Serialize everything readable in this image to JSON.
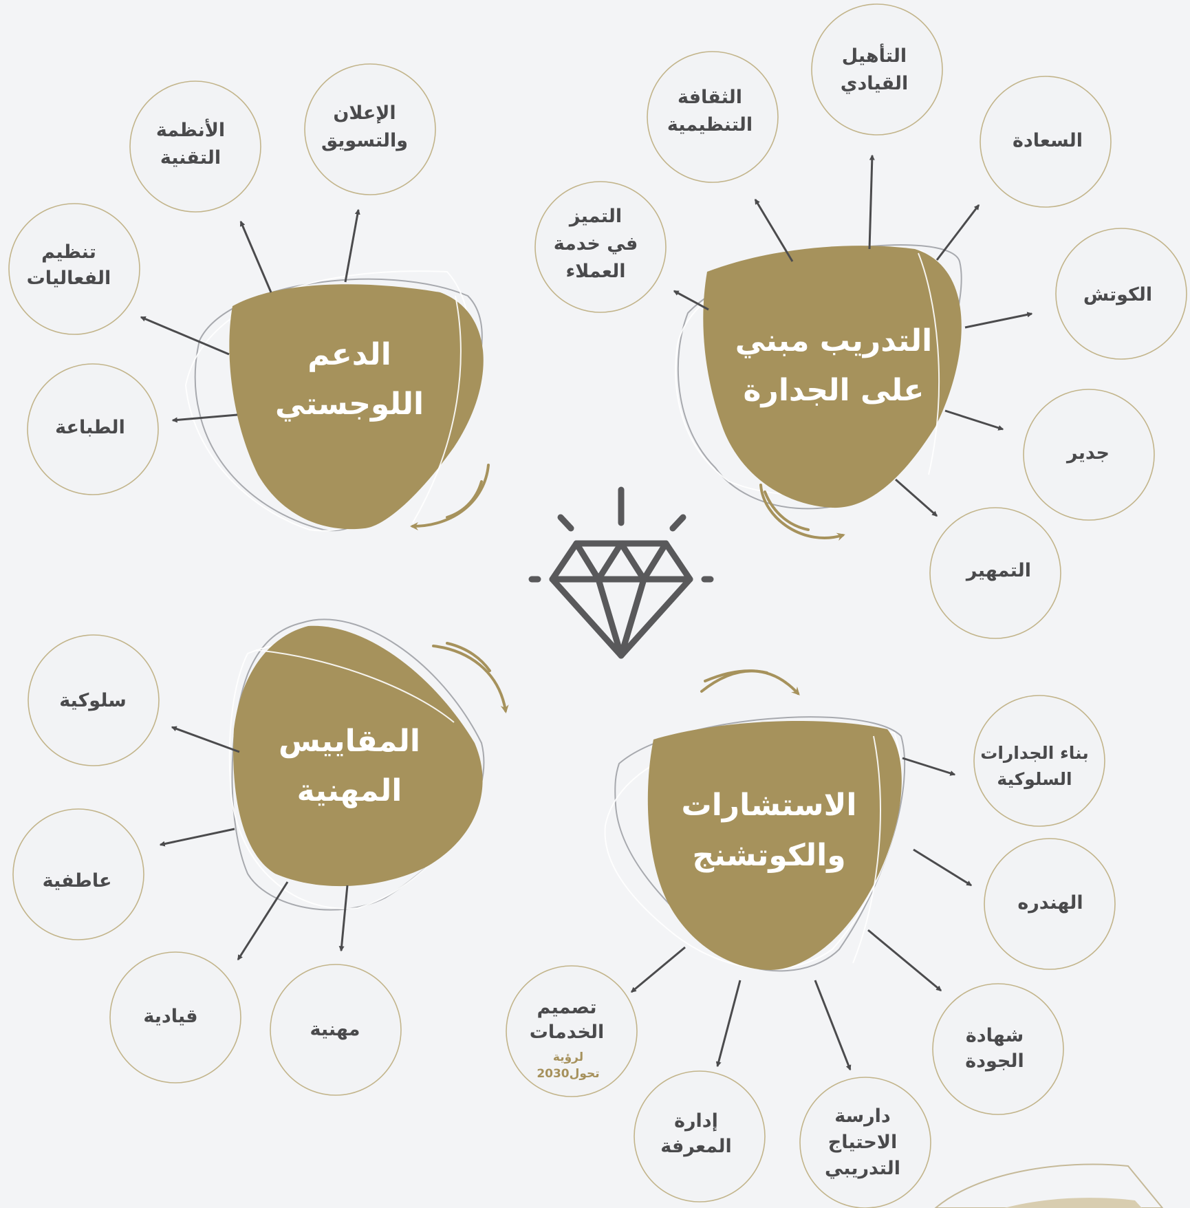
{
  "colors": {
    "accent": "#a6925c",
    "background": "#f3f4f6",
    "node_border": "#c2b48a",
    "text_dark": "#4a4a4c",
    "arrow": "#4b4b4d"
  },
  "center": {
    "icon": "diamond-icon"
  },
  "hubs": {
    "competency": {
      "line1": "التدريب مبني",
      "line2": "على الجدارة",
      "nodes": {
        "qualification": {
          "line1": "التأهيل",
          "line2": "القيادي"
        },
        "culture": {
          "line1": "الثقافة",
          "line2": "التنظيمية"
        },
        "excellence": {
          "line1": "التميز",
          "line2": "في خدمة",
          "line3": "العملاء"
        },
        "happiness": {
          "line1": "السعادة"
        },
        "coaching": {
          "line1": "الكوتش"
        },
        "jadeer": {
          "line1": "جدير"
        },
        "tamheer": {
          "line1": "التمهير"
        }
      }
    },
    "logistics": {
      "line1": "الدعم",
      "line2": "اللوجستي",
      "nodes": {
        "advertising": {
          "line1": "الإعلان",
          "line2": "والتسويق"
        },
        "systems": {
          "line1": "الأنظمة",
          "line2": "التقنية"
        },
        "events": {
          "line1": "تنظيم",
          "line2": "الفعاليات"
        },
        "printing": {
          "line1": "الطباعة"
        }
      }
    },
    "measures": {
      "line1": "المقاييس",
      "line2": "المهنية",
      "nodes": {
        "behavioral": {
          "line1": "سلوكية"
        },
        "emotional": {
          "line1": "عاطفية"
        },
        "leadership": {
          "line1": "قيادية"
        },
        "professional": {
          "line1": "مهنية"
        }
      }
    },
    "consulting": {
      "line1": "الاستشارات",
      "line2": "والكوتشنج",
      "nodes": {
        "competencies": {
          "line1": "بناء الجدارات",
          "line2": "السلوكية"
        },
        "alhandra": {
          "line1": "الهندره"
        },
        "quality": {
          "line1": "شهادة",
          "line2": "الجودة"
        },
        "needs": {
          "line1": "دارسة",
          "line2": "الاحتياج",
          "line3": "التدريبي"
        },
        "knowledge": {
          "line1": "إدارة",
          "line2": "المعرفة"
        },
        "services": {
          "line1": "تصميم",
          "line2": "الخدمات",
          "note1": "لرؤية",
          "note2": "تحول2030"
        }
      }
    }
  }
}
